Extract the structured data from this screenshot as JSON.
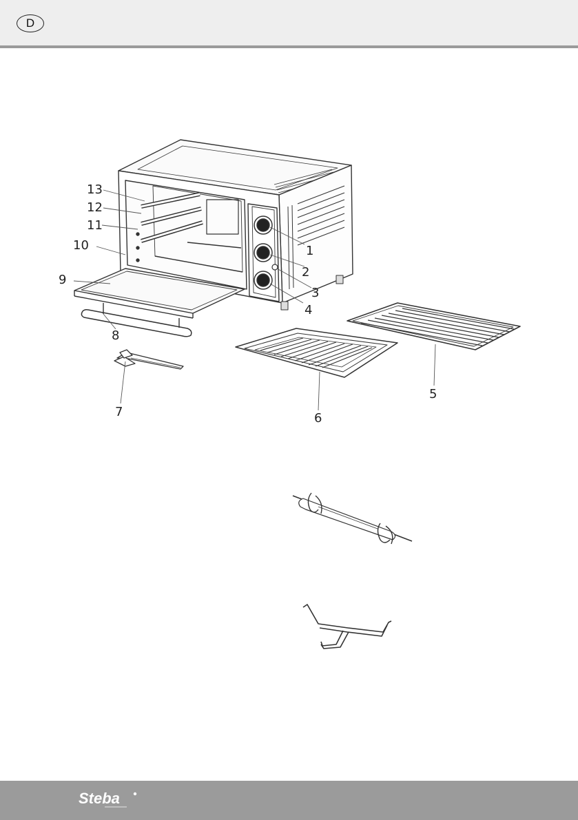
{
  "header": {
    "language_code": "D"
  },
  "figure": {
    "callouts": [
      "1",
      "2",
      "3",
      "4",
      "5",
      "6",
      "7",
      "8",
      "9",
      "10",
      "11",
      "12",
      "13"
    ]
  },
  "footer": {
    "brand": "Steba"
  },
  "colors": {
    "header_bg": "#eeeeee",
    "header_rule": "#9a9a9a",
    "footer_bg": "#9b9b9b"
  }
}
